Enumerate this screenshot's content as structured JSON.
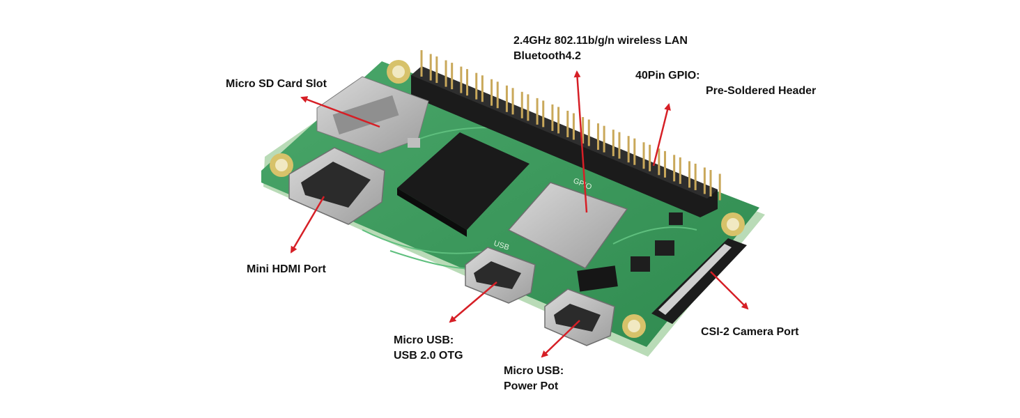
{
  "colors": {
    "background": "#ffffff",
    "pcb": "#3e9a5c",
    "pcb_edge": "#b9dbb7",
    "arrow": "#d61f26",
    "label_text": "#111111"
  },
  "labels": {
    "wireless": {
      "line1": "2.4GHz 802.11b/g/n wireless LAN",
      "line2": "Bluetooth4.2"
    },
    "sd_card": {
      "line1": "Micro SD Card Slot"
    },
    "gpio": {
      "line1": "40Pin GPIO:",
      "line2": "Pre-Soldered Header"
    },
    "hdmi": {
      "line1": "Mini HDMI Port"
    },
    "usb_otg": {
      "line1": "Micro USB:",
      "line2": "USB 2.0 OTG"
    },
    "usb_power": {
      "line1": "Micro USB:",
      "line2": "Power Pot"
    },
    "camera": {
      "line1": "CSI-2 Camera Port"
    }
  },
  "board": {
    "gpio_silkscreen": "GPIO",
    "usb_silkscreen": "USB"
  }
}
